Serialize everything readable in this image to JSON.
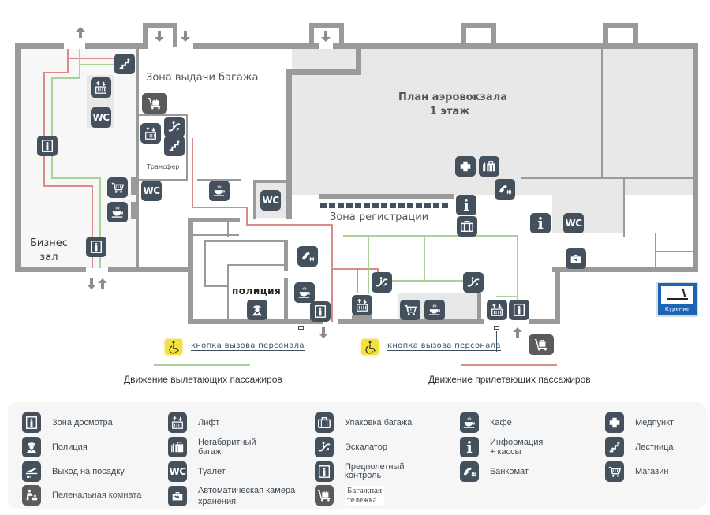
{
  "map": {
    "title_line1": "План аэровокзала",
    "title_line2": "1 этаж",
    "zones": {
      "baggage_claim": "Зона выдачи багажа",
      "checkin": "Зона регистрации",
      "transfer": "Трансфер",
      "business_lounge_line1": "Бизнес",
      "business_lounge_line2": "зал",
      "police": "полиция"
    },
    "call_button_label": "кнопка вызова персонала",
    "smoking_label": "Курение",
    "icon_text": {
      "wc": "WC",
      "info": "i"
    },
    "route_colors": {
      "departing": "#a9d19a",
      "arriving": "#d98a8a"
    }
  },
  "routes_legend": {
    "departing": "Движение вылетающих пассажиров",
    "arriving": "Движение прилетающих пассажиров"
  },
  "legend": {
    "items": [
      {
        "icon": "security-frame-icon",
        "label": "Зона досмотра"
      },
      {
        "icon": "police-icon",
        "label": "Полиция"
      },
      {
        "icon": "boarding-gate-icon",
        "label": "Выход на посадку"
      },
      {
        "icon": "baby-changing-icon",
        "label": "Пеленальная комната"
      },
      {
        "icon": "elevator-icon",
        "label": "Лифт"
      },
      {
        "icon": "oversized-baggage-icon",
        "label": "Негабаритный\nбагаж",
        "line1": "Негабаритный",
        "line2": "багаж"
      },
      {
        "icon": "wc-icon",
        "label": "Туалет"
      },
      {
        "icon": "luggage-storage-icon",
        "label": "Автоматическая камера хранения",
        "line1": "Автоматическая камера",
        "line2": "хранения"
      },
      {
        "icon": "baggage-wrap-icon",
        "label": "Упаковка багажа"
      },
      {
        "icon": "escalator-icon",
        "label": "Эскалатор"
      },
      {
        "icon": "preflight-control-icon",
        "label": "Предполетный контроль",
        "line1": "Предполетный",
        "line2": "контроль"
      },
      {
        "icon": "baggage-cart-icon",
        "label": "Багажная тележка",
        "line1": "Багажная",
        "line2": "тележка"
      },
      {
        "icon": "cafe-icon",
        "label": "Кафе"
      },
      {
        "icon": "info-icon",
        "label": "Информация + кассы",
        "line1": "Информация",
        "line2": "+ кассы"
      },
      {
        "icon": "atm-icon",
        "label": "Банкомат"
      },
      {
        "icon": "medical-icon",
        "label": "Медпункт"
      },
      {
        "icon": "stairs-icon",
        "label": "Лестница"
      },
      {
        "icon": "shop-icon",
        "label": "Магазин"
      }
    ]
  }
}
